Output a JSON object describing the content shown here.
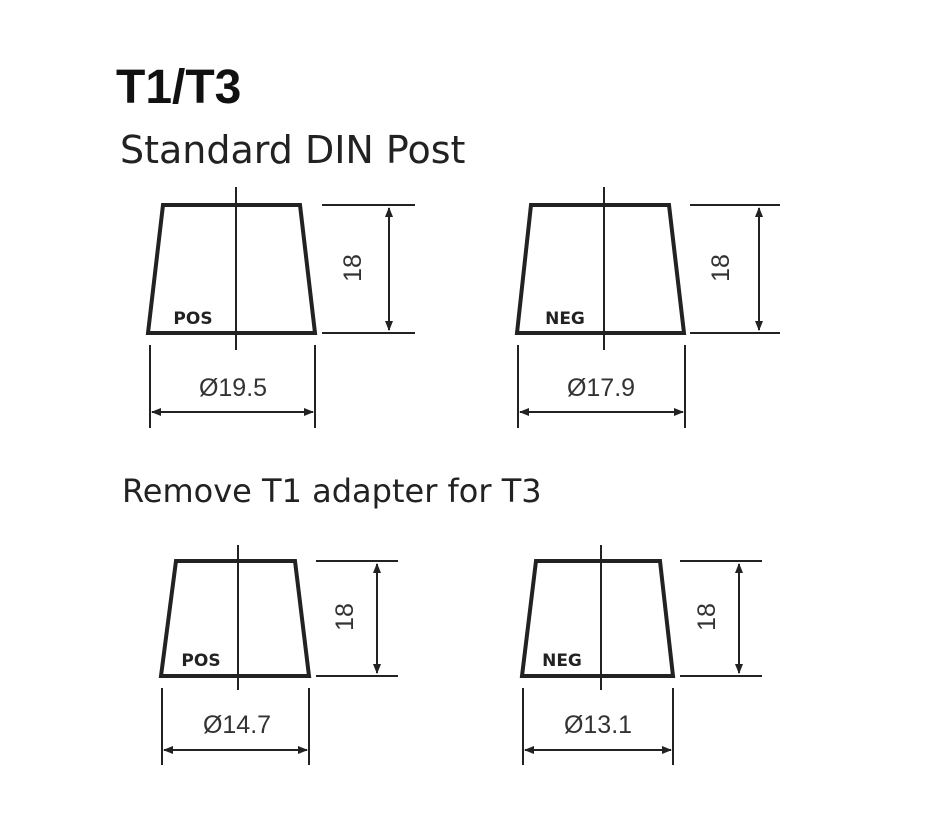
{
  "title": "T1/T3",
  "subtitle": "Standard DIN Post",
  "section2_title": "Remove T1 adapter for T3",
  "diagrams": [
    {
      "polarity": "POS",
      "diameter": "Ø19.5",
      "height": "18"
    },
    {
      "polarity": "NEG",
      "diameter": "Ø17.9",
      "height": "18"
    },
    {
      "polarity": "POS",
      "diameter": "Ø14.7",
      "height": "18"
    },
    {
      "polarity": "NEG",
      "diameter": "Ø13.1",
      "height": "18"
    }
  ]
}
